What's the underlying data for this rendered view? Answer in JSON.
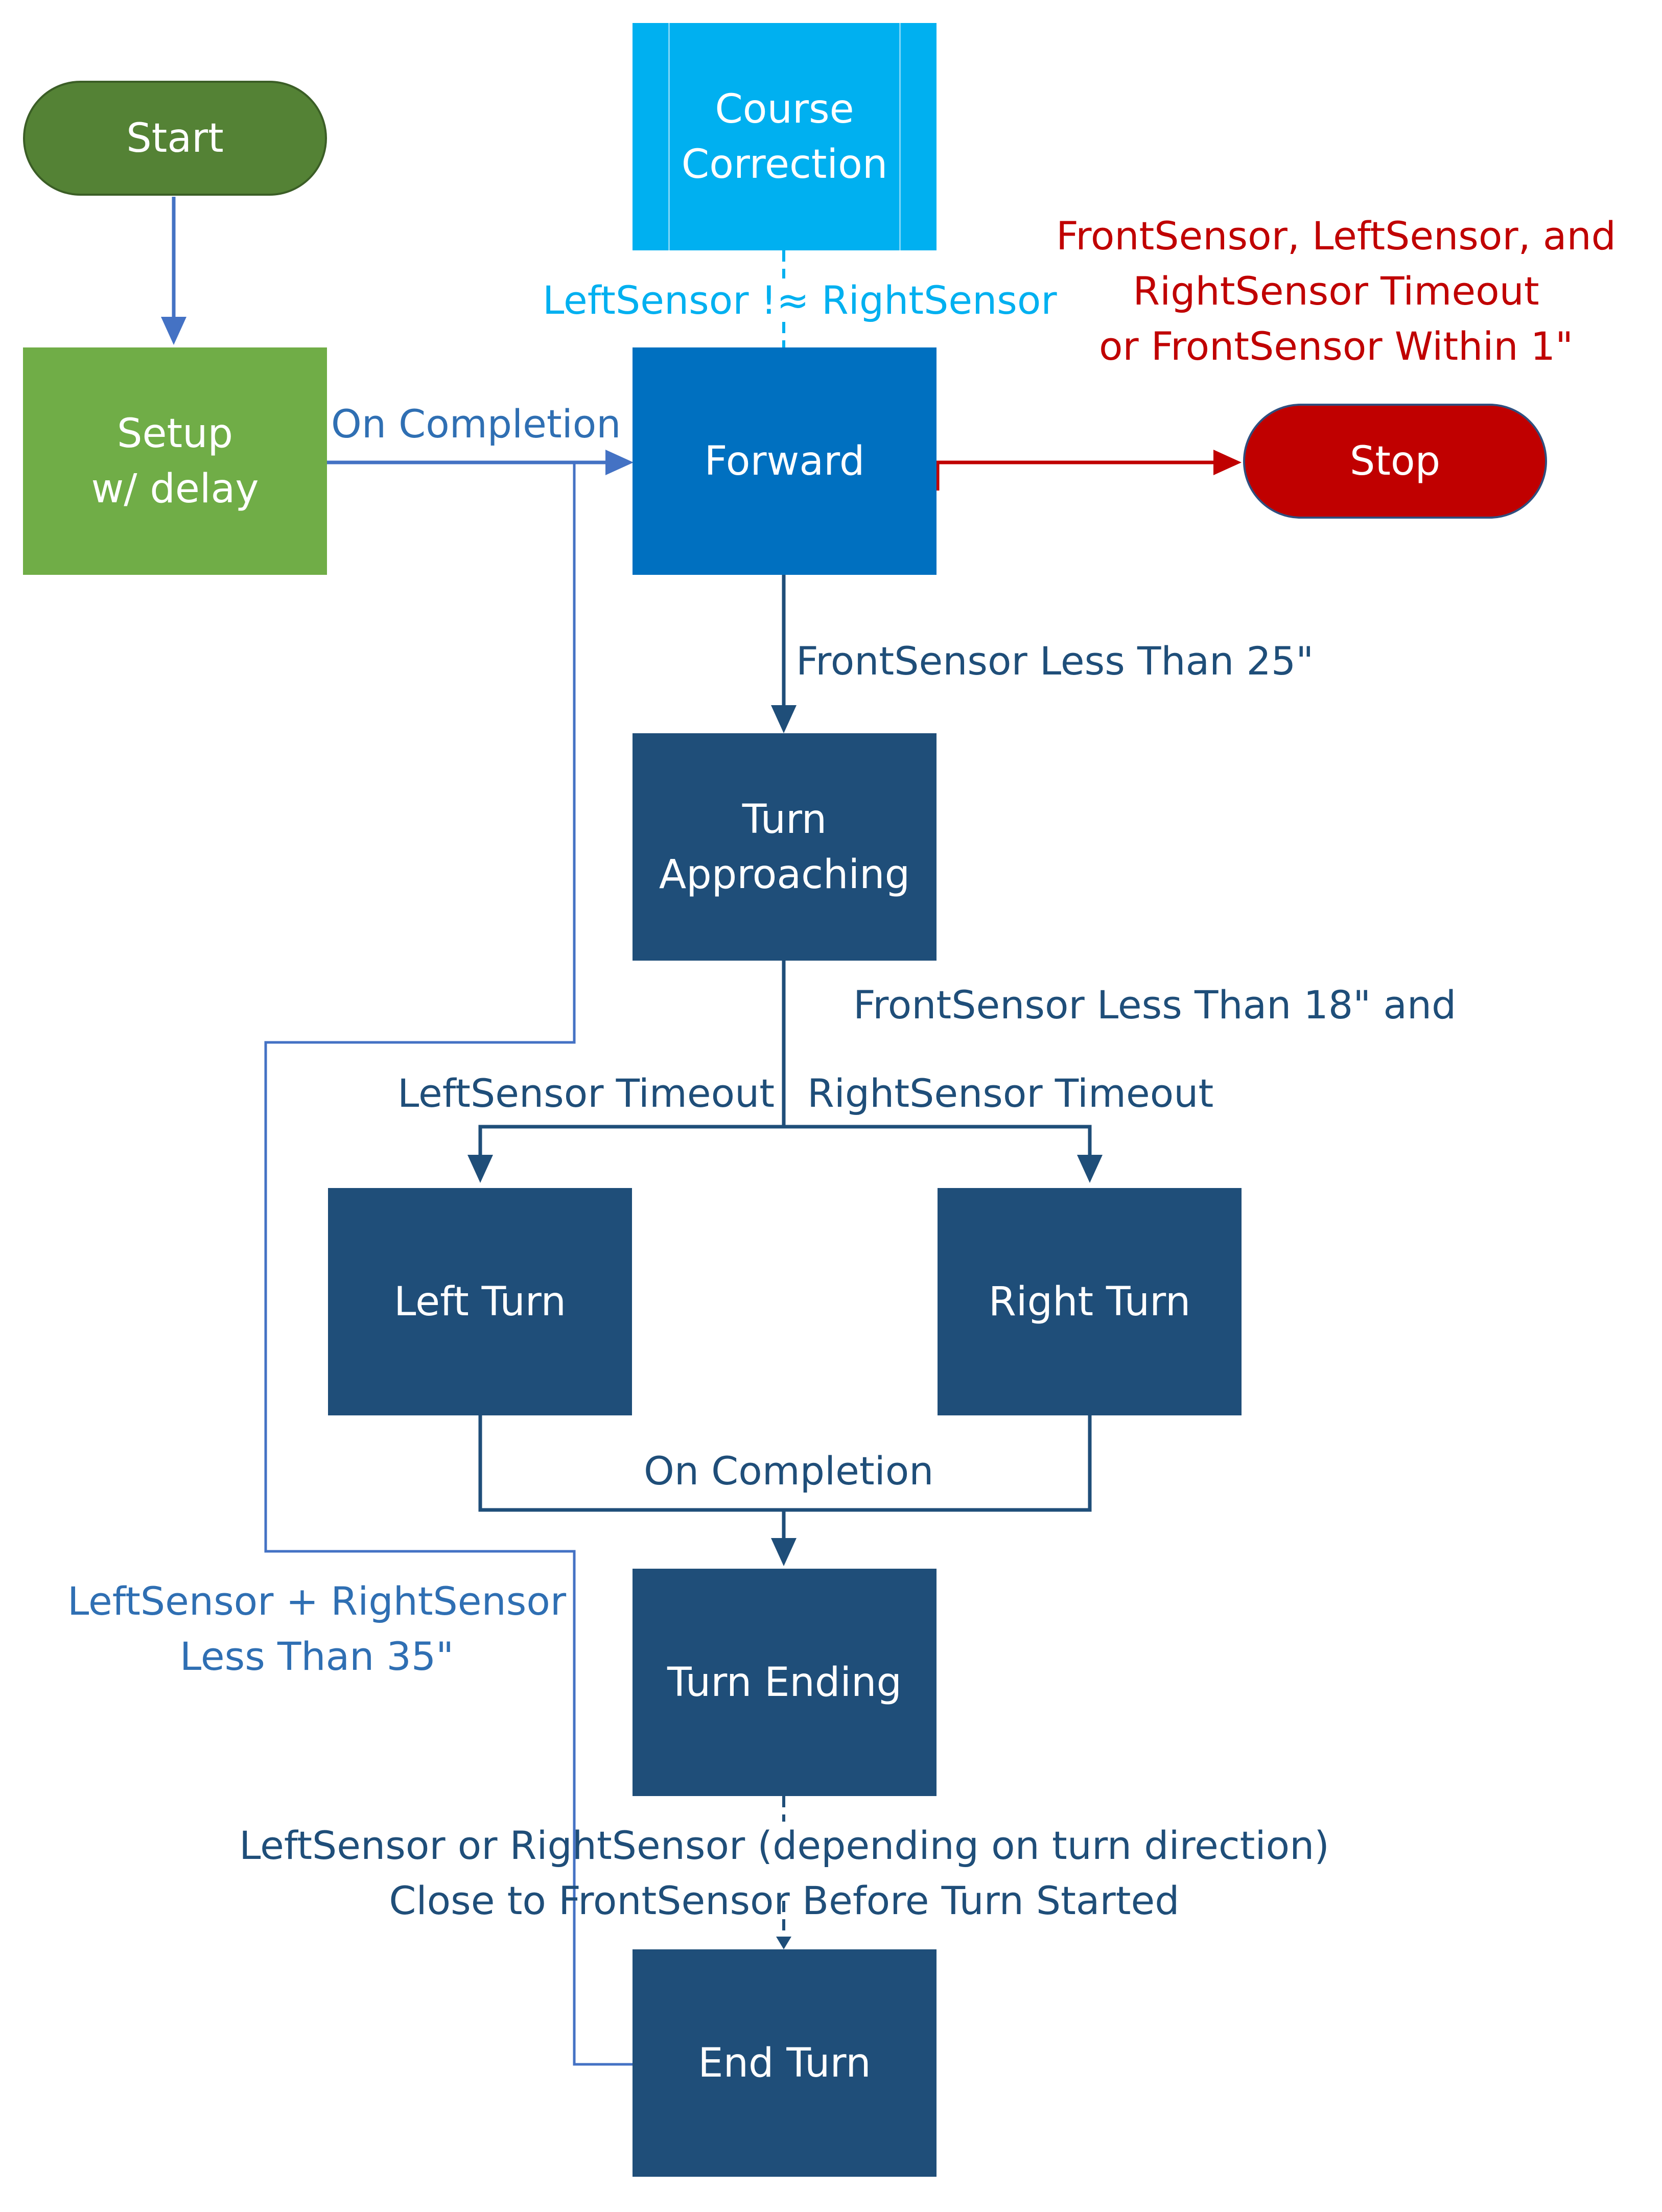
{
  "nodes": {
    "start": "Start",
    "setup": "Setup\nw/ delay",
    "course_correction": "Course\nCorrection",
    "forward": "Forward",
    "stop": "Stop",
    "turn_approaching": "Turn\nApproaching",
    "left_turn": "Left Turn",
    "right_turn": "Right Turn",
    "turn_ending": "Turn Ending",
    "end_turn": "End Turn"
  },
  "edges": {
    "setup_to_forward": "On Completion",
    "course_correction": "LeftSensor !≈ RightSensor",
    "forward_to_stop": "FrontSensor, LeftSensor, and\nRightSensor Timeout\nor FrontSensor Within 1\"",
    "forward_to_turn": "FrontSensor Less Than 25\"",
    "turn_condition": "FrontSensor Less Than 18\" and",
    "left_timeout": "LeftSensor Timeout",
    "right_timeout": "RightSensor Timeout",
    "turns_completion": "On Completion",
    "loop_back": "LeftSensor + RightSensor\nLess Than 35\"",
    "end_condition": "LeftSensor or RightSensor (depending on turn direction)\nClose to FrontSensor Before Turn Started"
  },
  "colors": {
    "start_fill": "#548235",
    "setup_fill": "#70ad47",
    "course_fill": "#00b0f0",
    "forward_fill": "#0070c0",
    "stop_fill": "#c00000",
    "state_fill": "#1f4e79",
    "connector_blue": "#4472c4",
    "connector_navy": "#1f4e79",
    "connector_red": "#c00000"
  }
}
